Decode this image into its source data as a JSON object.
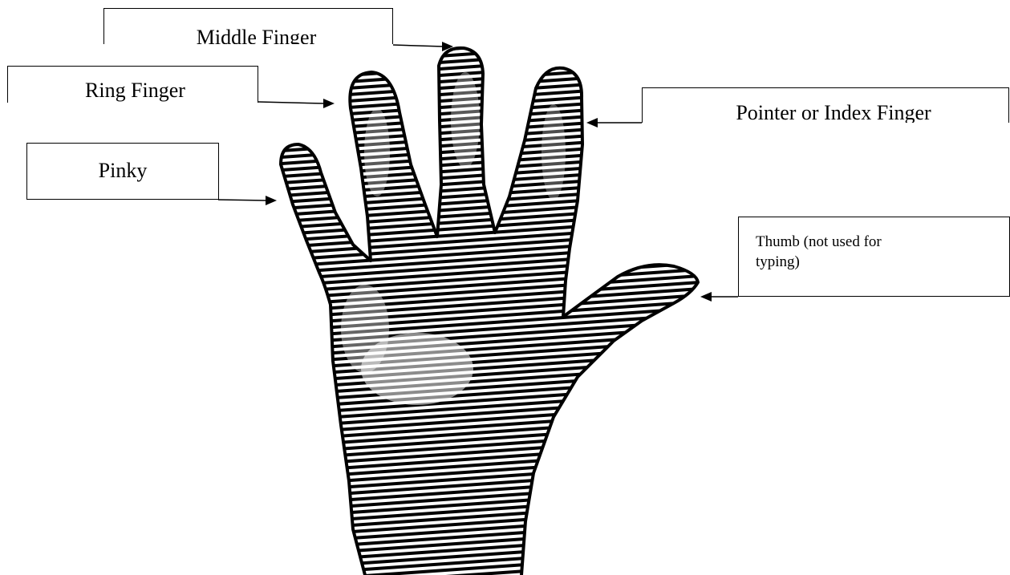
{
  "labels": {
    "middle": "Middle Finger",
    "ring": "Ring Finger",
    "pointer": "Pointer or Index Finger",
    "pinky": "Pinky",
    "thumb": "Thumb (not used for typing)"
  },
  "colors": {
    "ink": "#000000",
    "background": "#ffffff"
  }
}
